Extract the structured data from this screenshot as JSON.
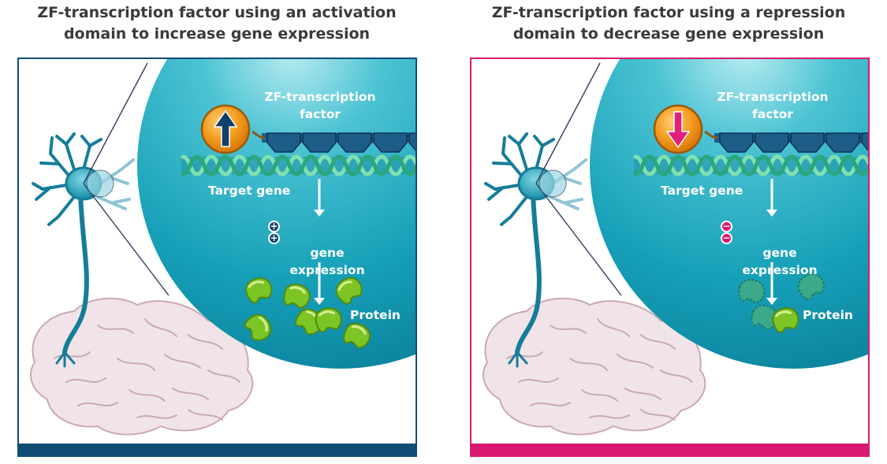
{
  "titles": {
    "left": {
      "line1": "ZF-transcription factor using an activation",
      "line2": "domain to increase gene expression"
    },
    "right": {
      "line1": "ZF-transcription factor using a repression",
      "line2": "domain to decrease gene expression"
    }
  },
  "panels": {
    "left": {
      "mode": "activation",
      "accent_color": "#0f4d75",
      "zf_label_line1": "ZF-transcription",
      "zf_label_line2": "factor",
      "target_gene_label": "Target gene",
      "expression_signs": [
        "+",
        "+"
      ],
      "expression_word": "gene",
      "expression_line2": "expression",
      "protein_label": "Protein",
      "domain_icon": "arrow-up-icon",
      "protein_count": 7
    },
    "right": {
      "mode": "repression",
      "accent_color": "#d9196f",
      "zf_label_line1": "ZF-transcription",
      "zf_label_line2": "factor",
      "target_gene_label": "Target gene",
      "expression_signs": [
        "−",
        "−"
      ],
      "expression_word": "gene",
      "expression_line2": "expression",
      "protein_label": "Protein",
      "domain_icon": "arrow-down-icon",
      "protein_count": 4
    }
  },
  "colors": {
    "nucleus": "#16a0b8",
    "dna": "#2aa77c",
    "zinc_finger": "#1d5c87",
    "domain": "#f39a1d",
    "protein": "#7cc524",
    "brain": "#f1e4e8"
  }
}
